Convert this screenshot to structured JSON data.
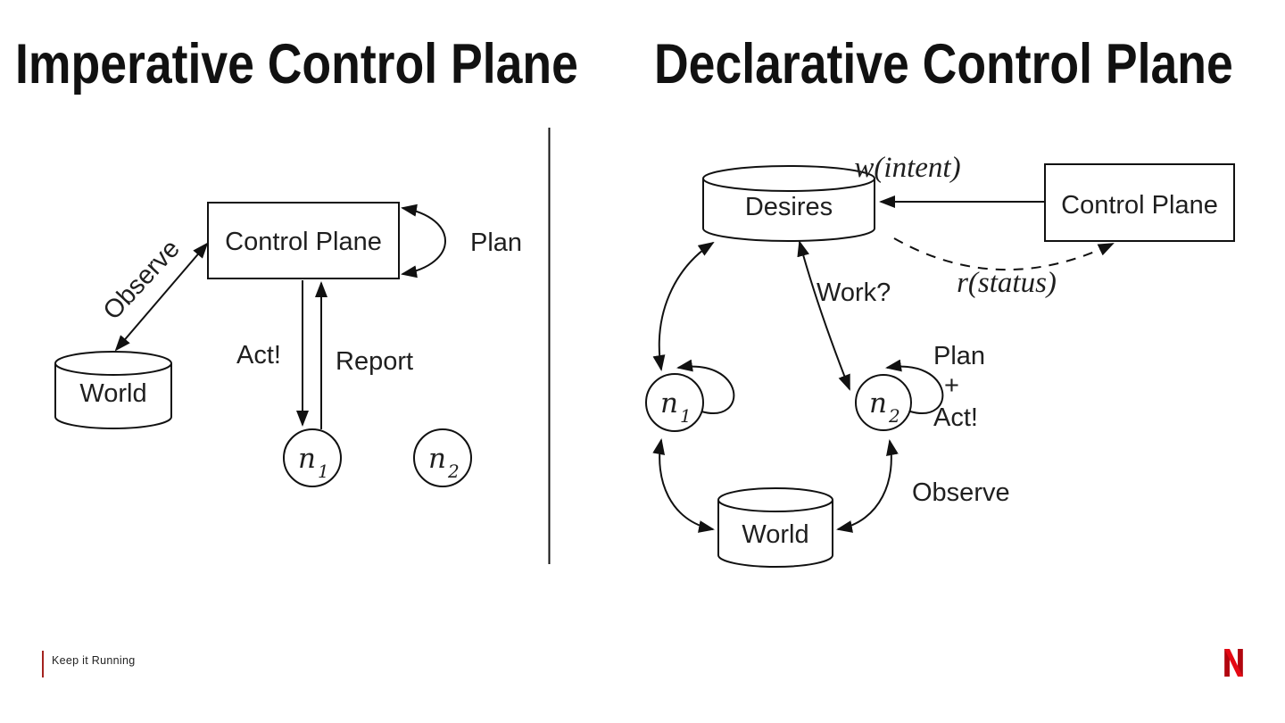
{
  "titles": {
    "left": "Imperative Control Plane",
    "right": "Declarative Control Plane"
  },
  "imperative": {
    "control_plane_label": "Control Plane",
    "plan_label": "Plan",
    "observe_label": "Observe",
    "act_label": "Act!",
    "report_label": "Report",
    "world_label": "World",
    "node1": {
      "base": "n",
      "sub": "1"
    },
    "node2": {
      "base": "n",
      "sub": "2"
    }
  },
  "declarative": {
    "desires_label": "Desires",
    "control_plane_label": "Control Plane",
    "write_intent_label": "w(intent)",
    "read_status_label": "r(status)",
    "work_label": "Work?",
    "loop_plan_label": "Plan",
    "loop_plus_label": "+",
    "loop_act_label": "Act!",
    "observe_label": "Observe",
    "world_label": "World",
    "node1": {
      "base": "n",
      "sub": "1"
    },
    "node2": {
      "base": "n",
      "sub": "2"
    }
  },
  "footer": {
    "tagline": "Keep it Running"
  },
  "icons": {
    "brand_logo": "netflix-n-logo"
  },
  "colors": {
    "ink": "#111111",
    "background": "#ffffff",
    "footer_accent_bar": "#A4231F",
    "netflix_red": "#E50914",
    "netflix_dark_red": "#B1060F"
  }
}
